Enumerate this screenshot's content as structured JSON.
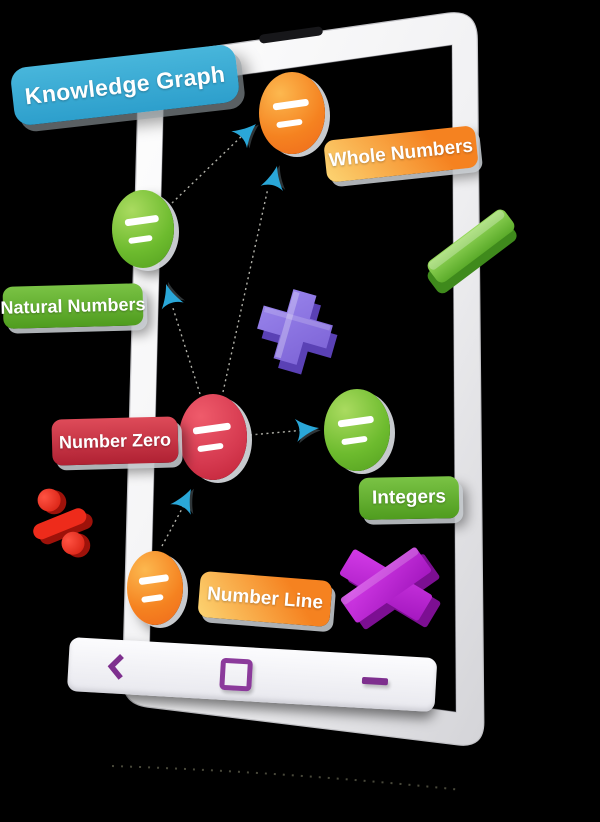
{
  "sign": {
    "label": "Knowledge Graph"
  },
  "graph": {
    "nodes": [
      {
        "id": "whole-numbers",
        "label": "Whole Numbers",
        "color": "#f58220"
      },
      {
        "id": "natural-numbers",
        "label": "Natural Numbers",
        "color": "#56a11f"
      },
      {
        "id": "number-zero",
        "label": "Number Zero",
        "color": "#c02237"
      },
      {
        "id": "integers",
        "label": "Integers",
        "color": "#56a11f"
      },
      {
        "id": "number-line",
        "label": "Number Line",
        "color": "#f58220"
      }
    ],
    "edges": [
      {
        "from": "natural-numbers",
        "to": "whole-numbers"
      },
      {
        "from": "number-zero",
        "to": "whole-numbers"
      },
      {
        "from": "number-zero",
        "to": "natural-numbers"
      },
      {
        "from": "number-zero",
        "to": "integers"
      },
      {
        "from": "number-line",
        "to": "number-zero"
      }
    ],
    "node_glyph": "="
  },
  "symbols": [
    {
      "name": "plus-symbol",
      "glyph": "+",
      "color": "#8672e0"
    },
    {
      "name": "minus-symbol",
      "glyph": "-",
      "color": "#6ab92e"
    },
    {
      "name": "divide-symbol",
      "glyph": "÷",
      "color": "#e8251a"
    },
    {
      "name": "multiply-symbol",
      "glyph": "x",
      "color": "#bf25d4"
    }
  ],
  "phone": {
    "navbar_icons": [
      "back",
      "home",
      "recent"
    ]
  },
  "colors": {
    "background": "#000000",
    "accent_cyan": "#2ea9d6",
    "arrow_dash": "#bdbdb4",
    "nav_purple": "#7e2f8e",
    "phone_body": "#f2f2f4"
  }
}
